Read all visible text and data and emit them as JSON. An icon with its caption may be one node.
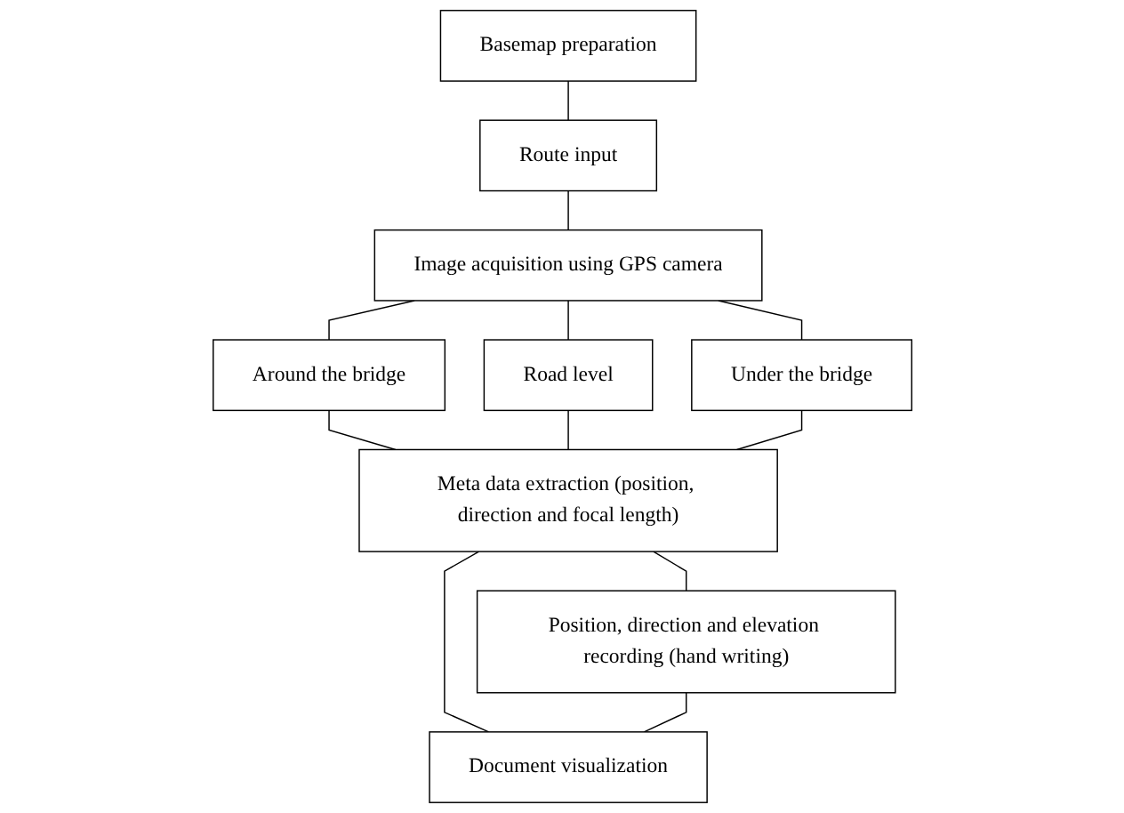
{
  "diagram": {
    "nodes": [
      {
        "text": [
          "Basemap preparation"
        ]
      },
      {
        "text": [
          "Route input"
        ]
      },
      {
        "text": [
          "Image acquisition using GPS camera"
        ]
      },
      {
        "text": [
          "Around the bridge"
        ]
      },
      {
        "text": [
          "Road level"
        ]
      },
      {
        "text": [
          "Under the bridge"
        ]
      },
      {
        "text": [
          "Meta data extraction (position, direction and focal length)"
        ]
      },
      {
        "text": [
          "Position, direction and elevation recording (hand writing)"
        ]
      },
      {
        "text": [
          "Document visualization"
        ]
      }
    ],
    "edges": [
      {
        "from": 0,
        "to": 1,
        "arrow": "none"
      },
      {
        "from": 1,
        "to": 2,
        "arrow": "none"
      },
      {
        "from": 2,
        "to": 3,
        "arrow": "none"
      },
      {
        "from": 2,
        "to": 4,
        "arrow": "none"
      },
      {
        "from": 2,
        "to": 5,
        "arrow": "none"
      },
      {
        "from": 3,
        "to": 6,
        "arrow": "none"
      },
      {
        "from": 4,
        "to": 6,
        "arrow": "none"
      },
      {
        "from": 5,
        "to": 6,
        "arrow": "none"
      },
      {
        "from": 6,
        "to": 7,
        "arrow": "none"
      },
      {
        "from": 6,
        "to": 8,
        "arrow": "none"
      },
      {
        "from": 7,
        "to": 8,
        "arrow": "none"
      }
    ]
  }
}
